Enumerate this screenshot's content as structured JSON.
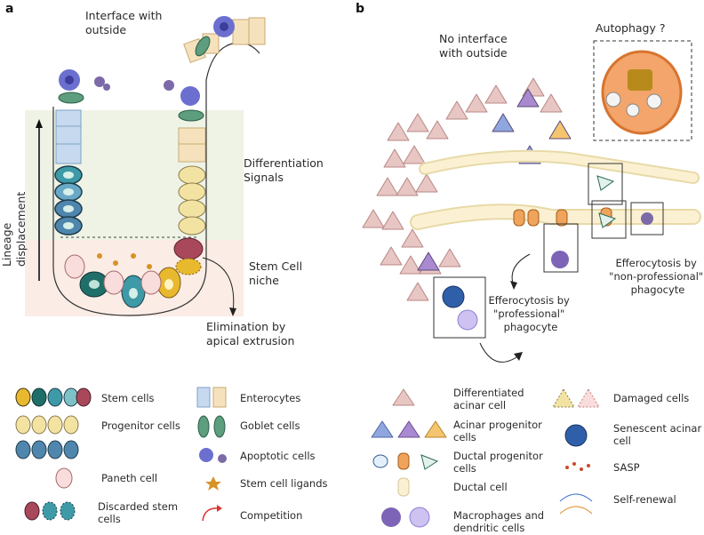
{
  "panel_a": {
    "letter": "a",
    "interface_label": [
      "Interface with",
      "outside"
    ],
    "differentiation_label": [
      "Differentiation",
      "Signals"
    ],
    "lineage_label": [
      "Lineage",
      "displacement"
    ],
    "niche_label": [
      "Stem Cell",
      "niche"
    ],
    "elimination_label": [
      "Elimination by",
      "apical extrusion"
    ]
  },
  "panel_b": {
    "letter": "b",
    "no_interface_label": [
      "No interface",
      "with outside"
    ],
    "autophagy_label": "Autophagy ?",
    "efferocytosis_professional": [
      "Efferocytosis by",
      "\"professional\"",
      "phagocyte"
    ],
    "efferocytosis_nonprofessional": [
      "Efferocytosis by",
      "\"non-professional\"",
      "phagocyte"
    ]
  },
  "legend_a": {
    "stem_cells": "Stem cells",
    "progenitor_cells": "Progenitor cells",
    "paneth_cell": "Paneth cell",
    "discarded_stem_cells": [
      "Discarded stem",
      "cells"
    ],
    "enterocytes": "Enterocytes",
    "goblet_cells": "Goblet cells",
    "apoptotic_cells": "Apoptotic cells",
    "stem_cell_ligands": "Stem cell ligands",
    "competition": "Competition"
  },
  "legend_b": {
    "differentiated_acinar": [
      "Differentiated",
      "acinar cell"
    ],
    "acinar_progenitor": [
      "Acinar progenitor",
      "cells"
    ],
    "ductal_progenitor": [
      "Ductal progenitor",
      "cells"
    ],
    "ductal_cell": "Ductal cell",
    "macrophages": [
      "Macrophages and",
      "dendritic cells"
    ],
    "damaged_cells": "Damaged cells",
    "senescent_acinar": [
      "Senescent acinar",
      "cell"
    ],
    "sasp": "SASP",
    "self_renewal": "Self-renewal"
  },
  "colors": {
    "stem_teal": "#3d9aa6",
    "stem_dark": "#1f6e6a",
    "stem_yellow": "#e8b92e",
    "stem_maroon": "#a8485a",
    "progenitor": "#f3e3a3",
    "transit_blue": "#4f86ad",
    "enterocyte_blue": "#c7d9ef",
    "enterocyte_cream": "#f5e2bd",
    "goblet_green": "#5c9e7e",
    "apoptotic": "#6b6fcf",
    "ligand": "#d69226",
    "acinar": "#e8c6c3",
    "acinar_edge": "#b78884",
    "duct": "#fbf1d2",
    "duct_progenitor": "#f0a35a",
    "macrophage": "#7d64b6",
    "senescent": "#2f5fa8",
    "diff_zone": "#eef3e6",
    "niche_zone": "#fbece6"
  }
}
